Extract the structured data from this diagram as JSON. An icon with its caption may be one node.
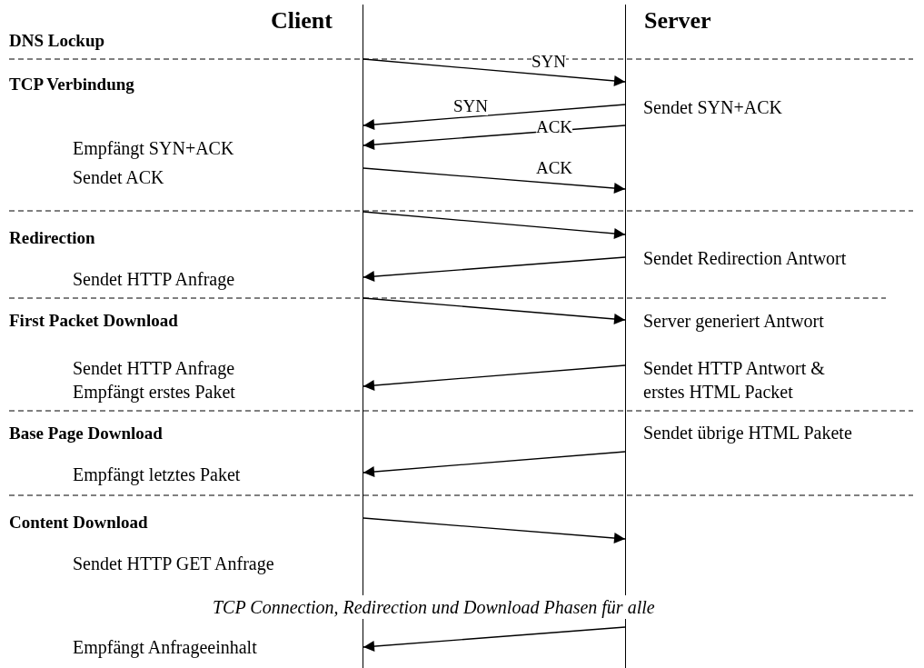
{
  "diagram": {
    "nodes": [
      {
        "text": [
          "Client"
        ]
      },
      {
        "text": [
          "Server"
        ]
      }
    ],
    "edges": [
      {
        "from": 0,
        "to": 1,
        "arrow": "to",
        "label": "SYN"
      },
      {
        "from": 1,
        "to": 0,
        "arrow": "to",
        "label": "SYN"
      },
      {
        "from": 1,
        "to": 0,
        "arrow": "to",
        "label": "ACK"
      },
      {
        "from": 0,
        "to": 1,
        "arrow": "to",
        "label": "ACK"
      },
      {
        "from": 0,
        "to": 1,
        "arrow": "to"
      },
      {
        "from": 1,
        "to": 0,
        "arrow": "to"
      },
      {
        "from": 0,
        "to": 1,
        "arrow": "to"
      },
      {
        "from": 1,
        "to": 0,
        "arrow": "to"
      },
      {
        "from": 1,
        "to": 0,
        "arrow": "to"
      },
      {
        "from": 0,
        "to": 1,
        "arrow": "to"
      },
      {
        "from": 1,
        "to": 0,
        "arrow": "to"
      }
    ],
    "labels": [
      "DNS Lockup",
      "TCP Verbindung",
      "Sendet SYN+ACK",
      "Empfängt SYN+ACK",
      "Sendet ACK",
      "Redirection",
      "Sendet Redirection Antwort",
      "Sendet HTTP Anfrage",
      "First Packet Download",
      "Server generiert Antwort",
      "Sendet HTTP Anfrage",
      "Sendet HTTP Antwort & erstes HTML Packet",
      "Empfängt erstes Paket",
      "Base Page Download",
      "Sendet übrige HTML Pakete",
      "Empfängt letztes Paket",
      "Content Download",
      "Sendet HTTP GET Anfrage",
      "TCP Connection, Redirection und Download Phasen für alle",
      "Empfängt Anfrageeinhalt"
    ]
  }
}
